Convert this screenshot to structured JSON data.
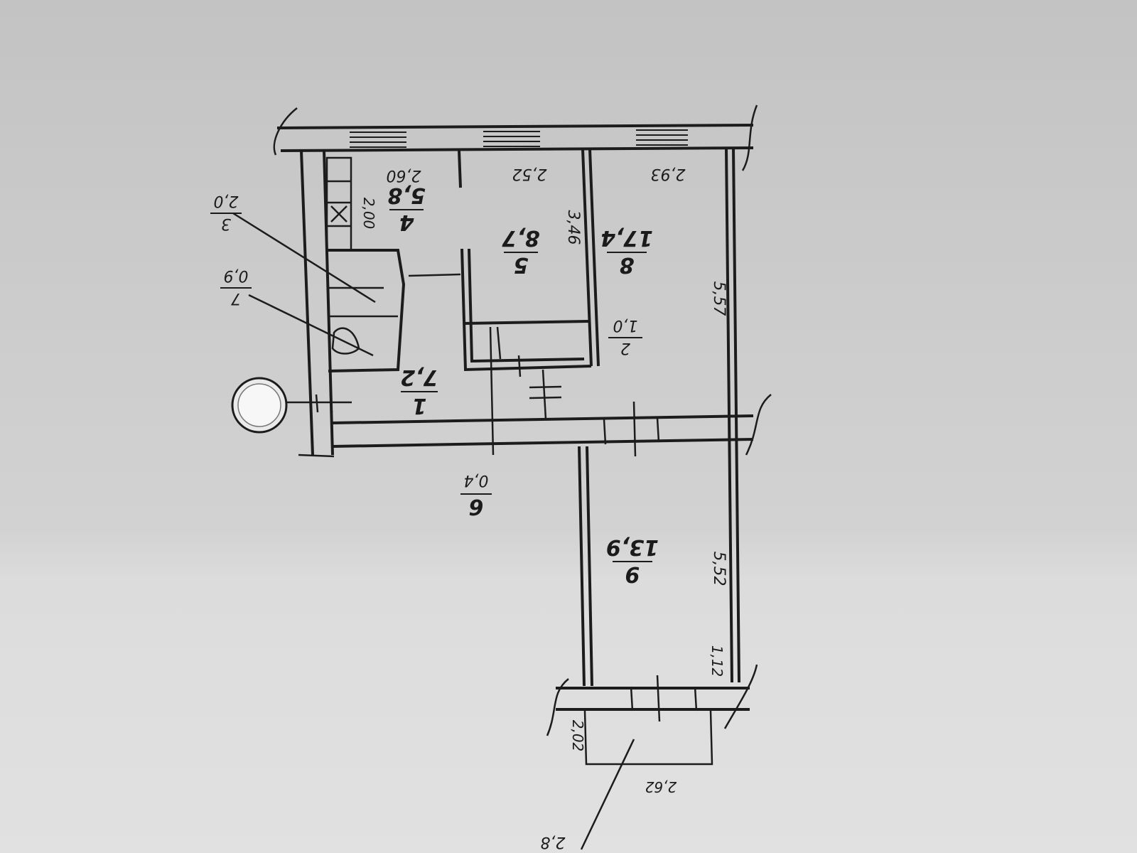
{
  "plan": {
    "rooms": [
      {
        "id": "1",
        "number": "1",
        "area": "7,2"
      },
      {
        "id": "2",
        "number": "2",
        "area": "1,0"
      },
      {
        "id": "3",
        "number": "3",
        "area": "2,0"
      },
      {
        "id": "4",
        "number": "4",
        "area": "5,8"
      },
      {
        "id": "5",
        "number": "5",
        "area": "8,7"
      },
      {
        "id": "6",
        "number": "6",
        "area": "0,4"
      },
      {
        "id": "7",
        "number": "7",
        "area": "0,9"
      },
      {
        "id": "8",
        "number": "8",
        "area": "17,4"
      },
      {
        "id": "9",
        "number": "9",
        "area": "13,9"
      },
      {
        "id": "balcony",
        "number": "",
        "area": "2,8"
      }
    ],
    "dimensions": [
      "2,60",
      "2,52",
      "2,93",
      "3,46",
      "5,57",
      "5,52",
      "2,00",
      "2,62",
      "1,12",
      "2,02"
    ]
  }
}
